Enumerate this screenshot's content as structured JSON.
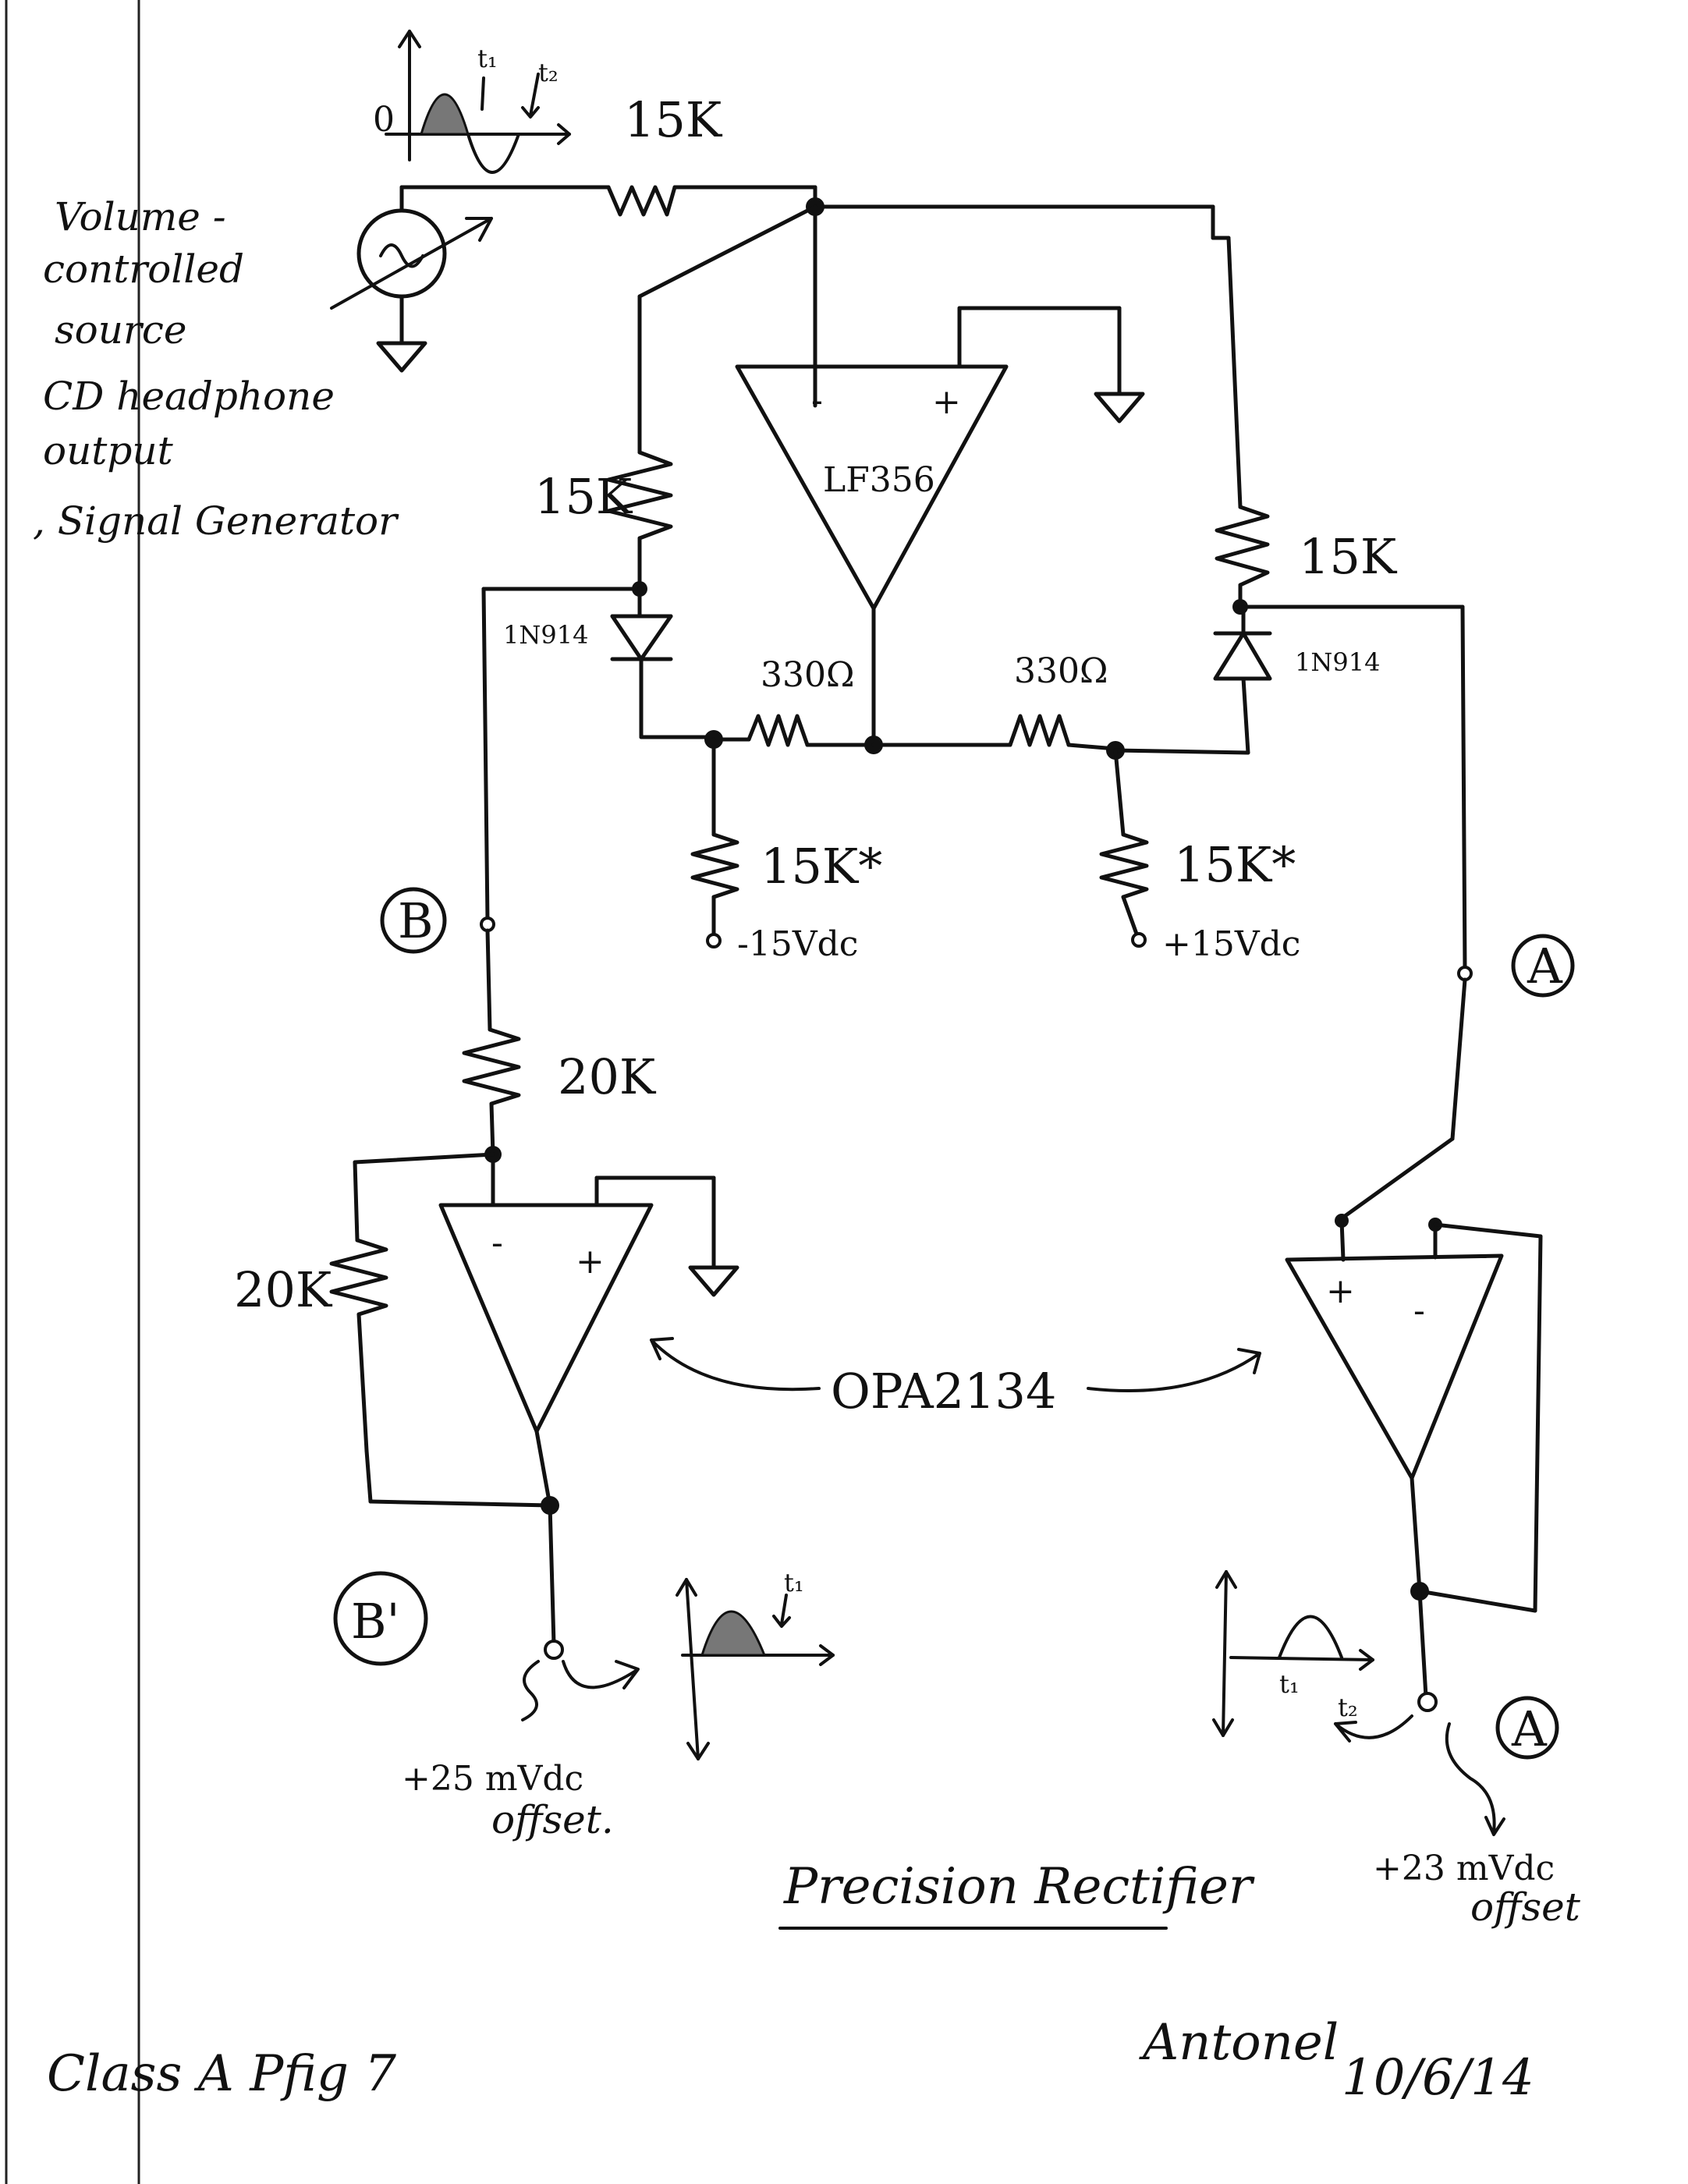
{
  "source": {
    "notes": [
      "Volume -",
      "controlled",
      "source",
      "CD headphone",
      "output",
      ", Signal Generator"
    ]
  },
  "input_waveform": {
    "zero_label": "0",
    "t1_label": "t₁",
    "t2_label": "t₂"
  },
  "components": {
    "r_input": "15K",
    "r_left": "15K",
    "r_right": "15K",
    "opamp_top": {
      "name": "LF356",
      "minus": "-",
      "plus": "+"
    },
    "diode_left": "1N914",
    "diode_right": "1N914",
    "r_bias_left_series": "330Ω",
    "r_bias_right_series": "330Ω",
    "r_pull_left": "15K*",
    "r_pull_right": "15K*",
    "supply_neg": "-15Vdc",
    "supply_pos": "+15Vdc",
    "r_series_b": "20K",
    "r_feedback_b": "20K",
    "opamp_left": {
      "minus": "-",
      "plus": "+"
    },
    "opamp_right": {
      "minus": "-",
      "plus": "+"
    },
    "opamp_pair": "OPA2134"
  },
  "nodes": {
    "b": "B",
    "a": "A",
    "b_out": "B'",
    "a_out": "A"
  },
  "outputs": {
    "b_offset": [
      "+25 mVdc",
      "offset."
    ],
    "a_offset": [
      "+23 mVdc",
      "offset"
    ],
    "b_t1": "t₁",
    "a_t1": "t₁",
    "a_t2": "t₂"
  },
  "footer": {
    "title": "Precision Rectifier",
    "figure": "Class A Pfig 7",
    "signature": "Antonel",
    "date": "10/6/14"
  }
}
